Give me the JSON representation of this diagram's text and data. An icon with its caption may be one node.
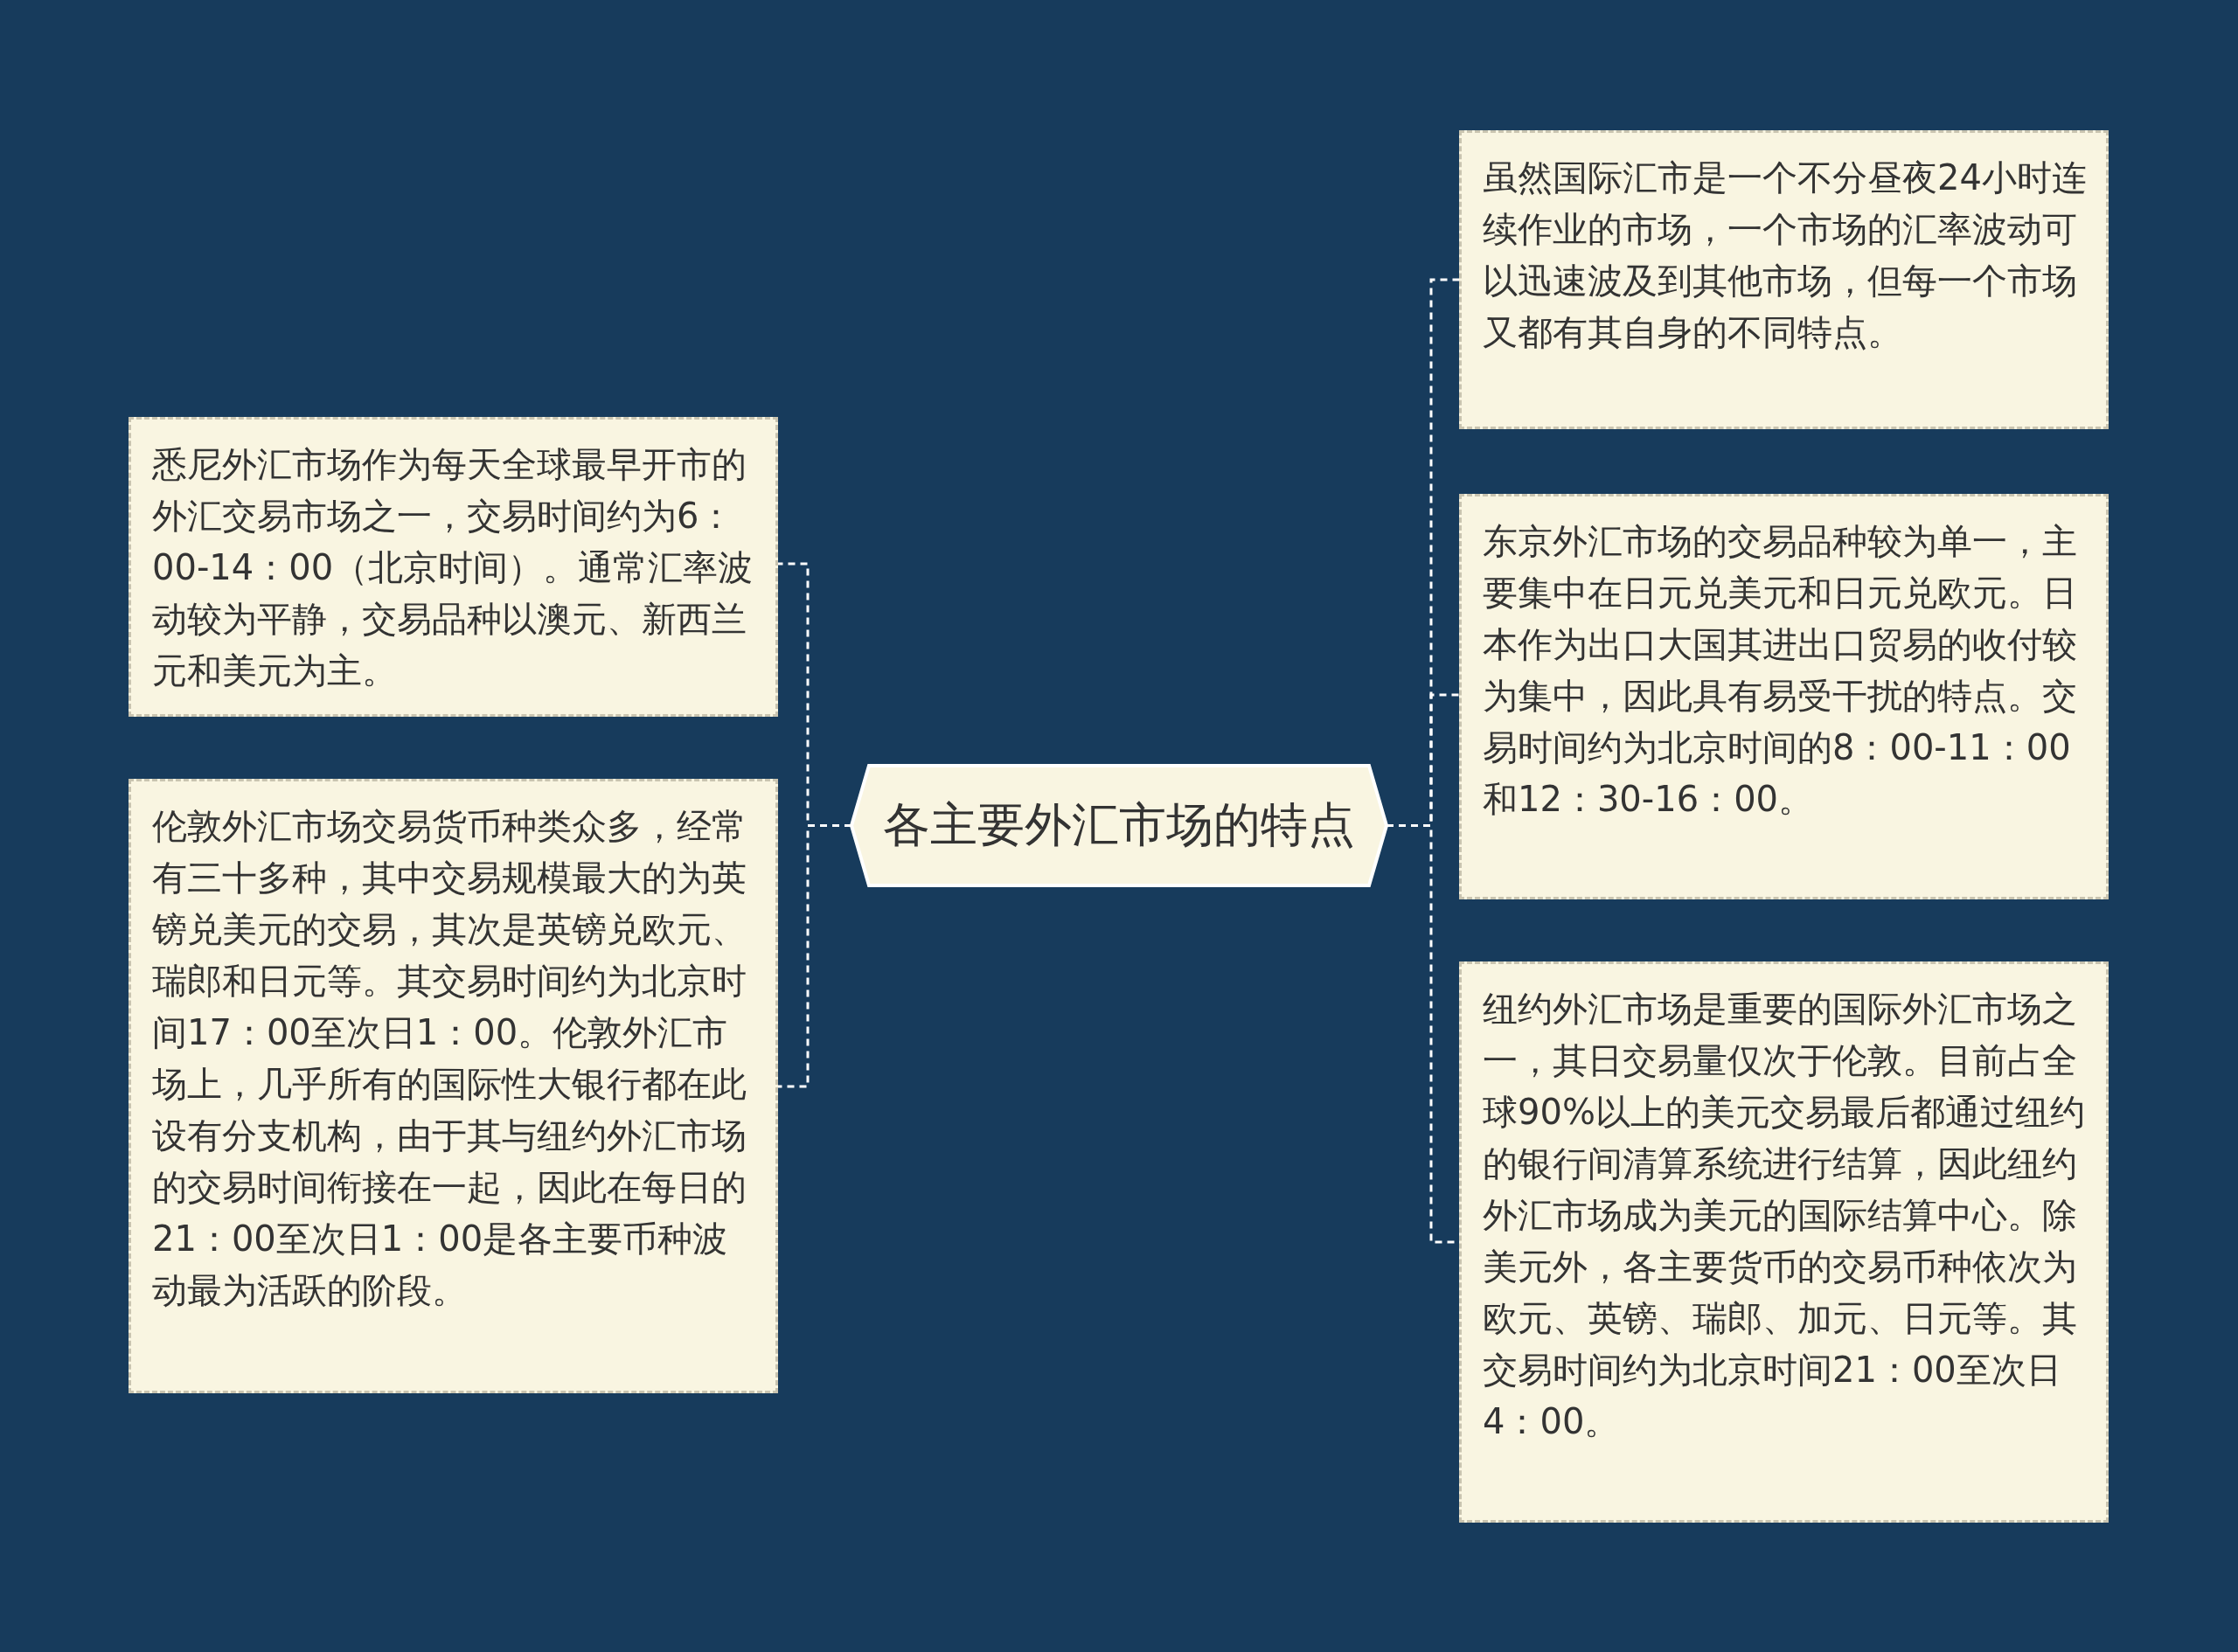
{
  "diagram": {
    "nodes": [
      {
        "text": [
          "各主要外汇市场的特点"
        ]
      },
      {
        "text": [
          "悉尼外汇市场作为每天全球最早开市的外汇交易市场之一，交易时间约为6：00-14：00（北京时间）。通常汇率波动较为平静，交易品种以澳元、新西兰元和美元为主。"
        ]
      },
      {
        "text": [
          "伦敦外汇市场交易货币种类众多，经常有三十多种，其中交易规模最大的为英镑兑美元的交易，其次是英镑兑欧元、瑞郎和日元等。其交易时间约为北京时间17：00至次日1：00。伦敦外汇市场上，几乎所有的国际性大银行都在此设有分支机构，由于其与纽约外汇市场的交易时间衔接在一起，因此在每日的21：00至次日1：00是各主要币种波动最为活跃的阶段。"
        ]
      },
      {
        "text": [
          "虽然国际汇市是一个不分昼夜24小时连续作业的市场，一个市场的汇率波动可以迅速波及到其他市场，但每一个市场又都有其自身的不同特点。"
        ]
      },
      {
        "text": [
          "东京外汇市场的交易品种较为单一，主要集中在日元兑美元和日元兑欧元。日本作为出口大国其进出口贸易的收付较为集中，因此具有易受干扰的特点。交易时间约为北京时间的8：00-11：00和12：30-16：00。"
        ]
      },
      {
        "text": [
          "纽约外汇市场是重要的国际外汇市场之一，其日交易量仅次于伦敦。目前占全球90%以上的美元交易最后都通过纽约的银行间清算系统进行结算，因此纽约外汇市场成为美元的国际结算中心。除美元外，各主要货币的交易币种依次为欧元、英镑、瑞郎、加元、日元等。其交易时间约为北京时间21：00至次日4：00。"
        ]
      }
    ],
    "edges": [
      {
        "from": 0,
        "to": 1,
        "arrow": "none",
        "style": "dashed"
      },
      {
        "from": 0,
        "to": 2,
        "arrow": "none",
        "style": "dashed"
      },
      {
        "from": 0,
        "to": 3,
        "arrow": "none",
        "style": "dashed"
      },
      {
        "from": 0,
        "to": 4,
        "arrow": "none",
        "style": "dashed"
      },
      {
        "from": 0,
        "to": 5,
        "arrow": "none",
        "style": "dashed"
      }
    ]
  }
}
